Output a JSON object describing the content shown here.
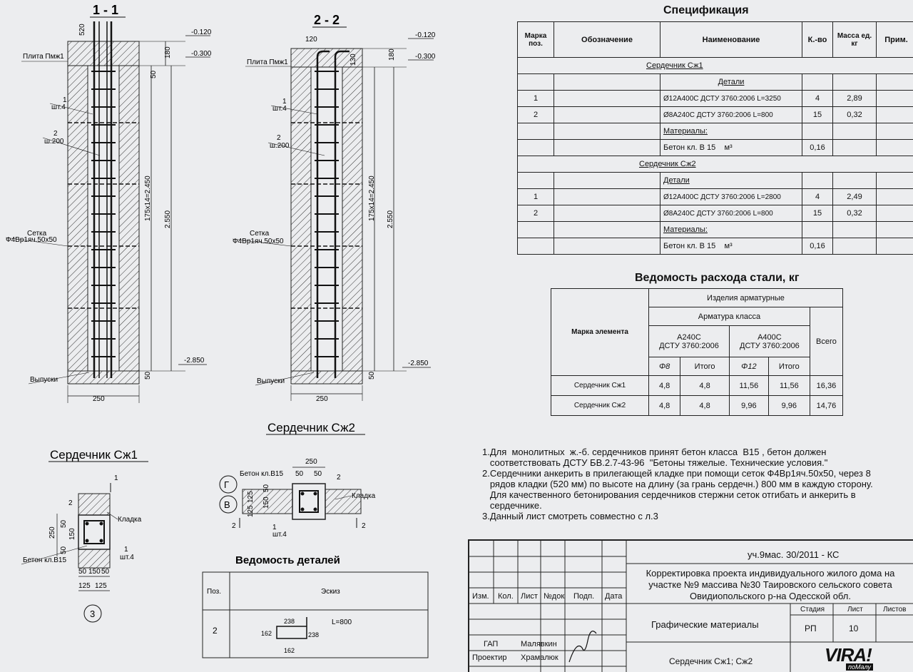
{
  "sections": {
    "s11": "1 - 1",
    "s22": "2 - 2",
    "serd2_title": "Сердечник Сж2",
    "serd1_title": "Сердечник Сж1",
    "vedomost_detail_title": "Ведомость деталей"
  },
  "drawing_labels": {
    "plita": "Плита Пмж1",
    "dim_520": "520",
    "dim_120": "120",
    "lvl_0120": "-0.120",
    "lvl_0300": "-0.300",
    "lvl_2850": "-2.850",
    "dim_180": "180",
    "dim_50": "50",
    "dim_130": "130",
    "pos1": "1",
    "sht4": "шт.4",
    "pos2": "2",
    "sh200": "ш.200",
    "setka": "Сетка",
    "setka_spec": "Ф4Вр1яч.50х50",
    "dim_175x14": "175х14=2.450",
    "dim_2550": "2.550",
    "vypuski": "Выпуски",
    "dim_250": "250",
    "beton_b15": "Бетон кл.B15",
    "kladka": "Кладка",
    "axis_g": "Г",
    "axis_v": "В",
    "axis_3": "3",
    "dim_125": "125",
    "dim_150": "150"
  },
  "spec": {
    "title": "Спецификация",
    "headers": [
      "Марка поз.",
      "Обозначение",
      "Наименование",
      "К.-во",
      "Масса ед. кг",
      "Прим."
    ],
    "group1": "Сердечник Сж1",
    "details": "Детали",
    "materials": "Материалы:",
    "group2": "Сердечник Сж2",
    "rows1": [
      {
        "pos": "1",
        "name": "Ø12А400С ДСТУ 3760:2006 L=3250",
        "qty": "4",
        "mass": "2,89"
      },
      {
        "pos": "2",
        "name": "Ø8А240С ДСТУ 3760:2006 L=800",
        "qty": "15",
        "mass": "0,32"
      }
    ],
    "mat1": {
      "name": "Бетон кл. В 15",
      "unit": "м³",
      "qty": "0,16"
    },
    "rows2": [
      {
        "pos": "1",
        "name": "Ø12А400С ДСТУ 3760:2006 L=2800",
        "qty": "4",
        "mass": "2,49"
      },
      {
        "pos": "2",
        "name": "Ø8А240С ДСТУ 3760:2006 L=800",
        "qty": "15",
        "mass": "0,32"
      }
    ],
    "mat2": {
      "name": "Бетон кл. В 15",
      "unit": "м³",
      "qty": "0,16"
    }
  },
  "steel": {
    "title": "Ведомость расхода стали, кг",
    "izdelia": "Изделия арматурные",
    "armatura_klassa": "Арматура класса",
    "marka": "Марка элемента",
    "a240": "А240С",
    "a400": "А400С",
    "dstu": "ДСТУ 3760:2006",
    "vsego": "Всего",
    "f8": "Φ8",
    "f12": "Φ12",
    "itogo": "Итого",
    "rows": [
      {
        "name": "Сердечник Сж1",
        "f8": "4,8",
        "it1": "4,8",
        "f12": "11,56",
        "it2": "11,56",
        "total": "16,36"
      },
      {
        "name": "Сердечник Сж2",
        "f8": "4,8",
        "it1": "4,8",
        "f12": "9,96",
        "it2": "9,96",
        "total": "14,76"
      }
    ]
  },
  "notes": [
    "1.Для  монолитных  ж.-б. сердечников принят бетон класса  В15 , бетон должен",
    "   соответствовать ДСТУ БВ.2.7-43-96  \"Бетоны тяжелые. Технические условия.\"",
    "2.Сердечники анкерить в прилегающей кладке при помощи сеток Ф4Вр1яч.50х50, через 8",
    "   рядов кладки (520 мм) по высоте на длину (за грань сердечн.) 800 мм в каждую сторону.",
    "   Для качественного бетонирования сердечников стержни сеток отгибать и анкерить в",
    "   сердечнике.",
    "3.Данный лист смотреть совместно с л.3"
  ],
  "details_table": {
    "h_pos": "Поз.",
    "h_eskiz": "Эскиз",
    "pos": "2",
    "len": "L=800",
    "d238": "238",
    "d162": "162"
  },
  "stamp": {
    "code": "уч.9мас. 30/2011 - КС",
    "project": [
      "Корректировка проекта индивидуального жилого дома на",
      "участке №9 массива №30 Таировского сельского совета",
      "Овидиопольского р-на Одесской обл."
    ],
    "cols": [
      "Изм.",
      "Кол.",
      "Лист",
      "№док",
      "Подп.",
      "Дата"
    ],
    "sheet_title": "Графические материалы",
    "stadia": "Стадия",
    "list": "Лист",
    "listov": "Листов",
    "stadia_val": "РП",
    "list_val": "10",
    "gap": "ГАП",
    "gap_name": "Малявкин",
    "proektir": "Проектир",
    "proektir_name": "Храмалюк",
    "drawing_name": "Сердечник Сж1; Сж2",
    "logo": "VIRA!",
    "logo_sub": "поМалу"
  }
}
